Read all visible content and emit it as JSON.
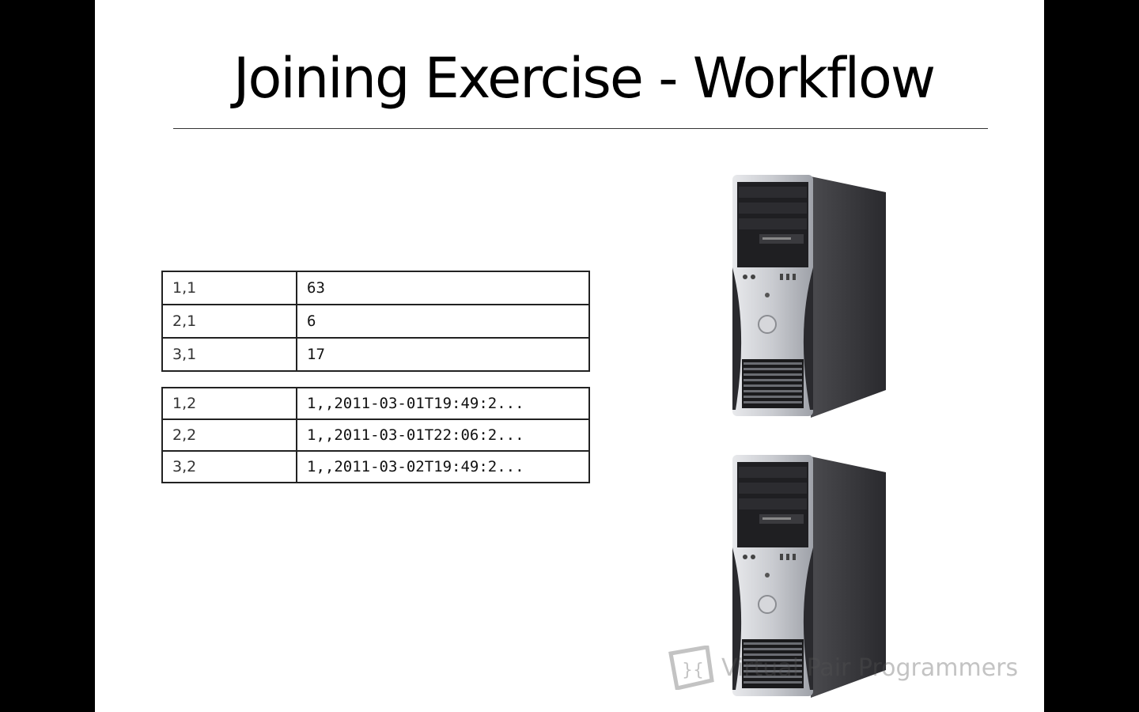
{
  "slide": {
    "title": "Joining Exercise - Workflow"
  },
  "tables": [
    {
      "rows": [
        {
          "key": "1,1",
          "value": "63"
        },
        {
          "key": "2,1",
          "value": "6"
        },
        {
          "key": "3,1",
          "value": "17"
        }
      ]
    },
    {
      "rows": [
        {
          "key": "1,2",
          "value": "1,,2011-03-01T19:49:2..."
        },
        {
          "key": "2,2",
          "value": "1,,2011-03-01T22:06:2..."
        },
        {
          "key": "3,2",
          "value": "1,,2011-03-02T19:49:2..."
        }
      ]
    }
  ],
  "images": [
    "desktop-tower-computer",
    "desktop-tower-computer"
  ],
  "watermark": {
    "icon": "brackets-logo-icon",
    "text": "Virtual Pair Programmers"
  }
}
